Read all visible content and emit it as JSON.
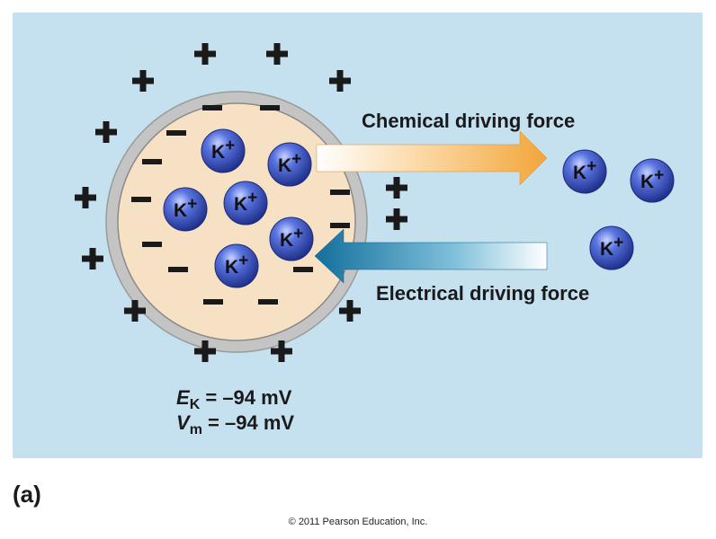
{
  "panel_label": "(a)",
  "copyright": "© 2011 Pearson Education, Inc.",
  "arrows": {
    "chemical": "Chemical driving force",
    "electrical": "Electrical driving force"
  },
  "equations": {
    "ek": {
      "symbol": "E",
      "subscript": "K",
      "rest": " = –94 mV"
    },
    "vm": {
      "symbol": "V",
      "subscript": "m",
      "rest": " = –94 mV"
    }
  },
  "ion": {
    "symbol": "K",
    "charge": "+"
  },
  "charges": {
    "outside": "+",
    "inside": "–"
  },
  "colors": {
    "background": "#c5e0ee",
    "cell_fill": "#f7e1c4",
    "membrane": "#c4c4c4",
    "chemical_arrow": "#f2a93b",
    "electrical_arrow": "#1c7ea8",
    "ion_fill": "#2a48b8"
  }
}
